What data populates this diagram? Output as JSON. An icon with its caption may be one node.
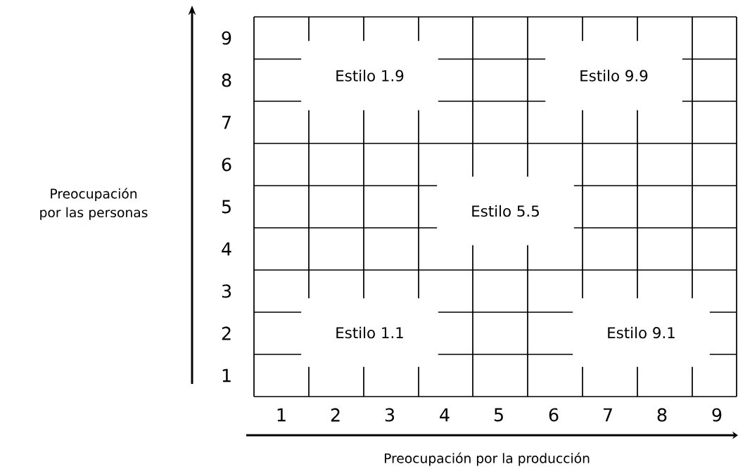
{
  "diagram": {
    "nodes": [
      {
        "text": [
          "Estilo 1.9"
        ]
      },
      {
        "text": [
          "Estilo 9.9"
        ]
      },
      {
        "text": [
          "Estilo 5.5"
        ]
      },
      {
        "text": [
          "Estilo 1.1"
        ]
      },
      {
        "text": [
          "Estilo 9.1"
        ]
      }
    ],
    "labels": [
      "9",
      "8",
      "7",
      "6",
      "5",
      "4",
      "3",
      "2",
      "1",
      "Preocupación por las personas",
      "1",
      "2",
      "3",
      "4",
      "5",
      "6",
      "7",
      "8",
      "9",
      "Preocupación por la producción"
    ]
  }
}
